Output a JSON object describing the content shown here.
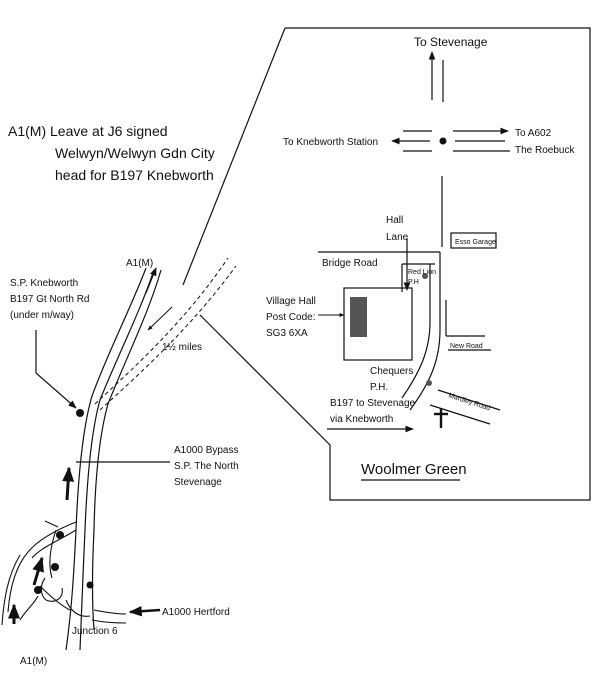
{
  "directions": {
    "line1": "A1(M)  Leave at J6 signed",
    "line2": "Welwyn/Welwyn Gdn City",
    "line3": "head for B197 Knebworth"
  },
  "overview": {
    "a1m_top": "A1(M)",
    "a1m_bottom": "A1(M)",
    "sp_knebworth": [
      "S.P. Knebworth",
      "B197 Gt North Rd",
      "(under m/way)"
    ],
    "a1000_bypass": [
      "A1000 Bypass",
      "S.P. The North",
      "Stevenage"
    ],
    "distance": "1½ miles",
    "a1000_hertford": "A1000 Hertford",
    "junction": "Junction 6"
  },
  "inset": {
    "to_stevenage": "To Stevenage",
    "to_knebworth_station": "To Knebworth Station",
    "to_a602": [
      "To A602",
      "The Roebuck"
    ],
    "hall_lane": [
      "Hall",
      "Lane"
    ],
    "esso_garage": "Esso Garage",
    "bridge_road": "Bridge Road",
    "red_lion": [
      "Red Lion",
      "P.H"
    ],
    "village_hall": [
      "Village Hall",
      "Post Code:",
      "SG3 6XA"
    ],
    "new_road": "New Road",
    "chequers": [
      "Chequers",
      "P.H."
    ],
    "mardley_road": "Mardley Road",
    "b197": [
      "B197 to Stevenage",
      "via Knebworth"
    ],
    "woolmer_green": "Woolmer Green"
  },
  "colors": {
    "ink": "#111111",
    "hall_fill": "#555555",
    "background": "#ffffff"
  },
  "icons": [
    "church-cross-icon",
    "roundabout-marker",
    "junction-dot"
  ]
}
